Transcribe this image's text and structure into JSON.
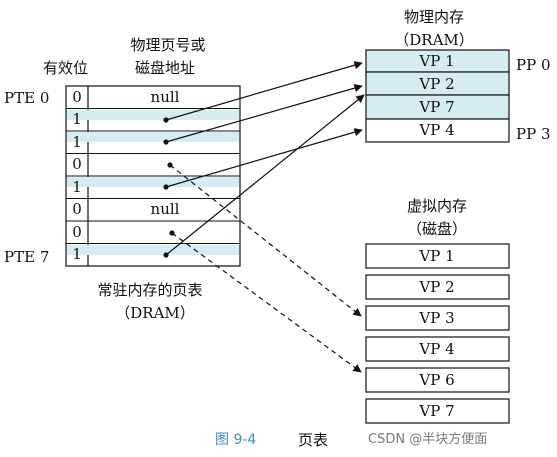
{
  "page_table": {
    "header_valid": "有效位",
    "header_addr_line1": "物理页号或",
    "header_addr_line2": "磁盘地址",
    "label_first": "PTE 0",
    "label_last": "PTE 7",
    "caption_line1": "常驻内存的页表",
    "caption_line2": "（DRAM）",
    "rows": [
      {
        "valid": "0",
        "addr": "null"
      },
      {
        "valid": "1",
        "addr": ""
      },
      {
        "valid": "1",
        "addr": ""
      },
      {
        "valid": "0",
        "addr": ""
      },
      {
        "valid": "1",
        "addr": ""
      },
      {
        "valid": "0",
        "addr": "null"
      },
      {
        "valid": "0",
        "addr": ""
      },
      {
        "valid": "1",
        "addr": ""
      }
    ]
  },
  "physical_memory": {
    "title_line1": "物理内存",
    "title_line2": "（DRAM）",
    "pages": [
      "VP 1",
      "VP 2",
      "VP 7",
      "VP 4"
    ],
    "label_first": "PP 0",
    "label_last": "PP 3"
  },
  "virtual_memory": {
    "title_line1": "虚拟内存",
    "title_line2": "（磁盘）",
    "pages": [
      "VP 1",
      "VP 2",
      "VP 3",
      "VP 4",
      "VP 6",
      "VP 7"
    ]
  },
  "figure_caption": {
    "number": "图 9-4",
    "title": "页表"
  },
  "watermark": "CSDN @半块方便面",
  "colors": {
    "shaded_fill": "#d6ecf3",
    "line": "#111111",
    "caption_number": "#3f8fc0"
  }
}
